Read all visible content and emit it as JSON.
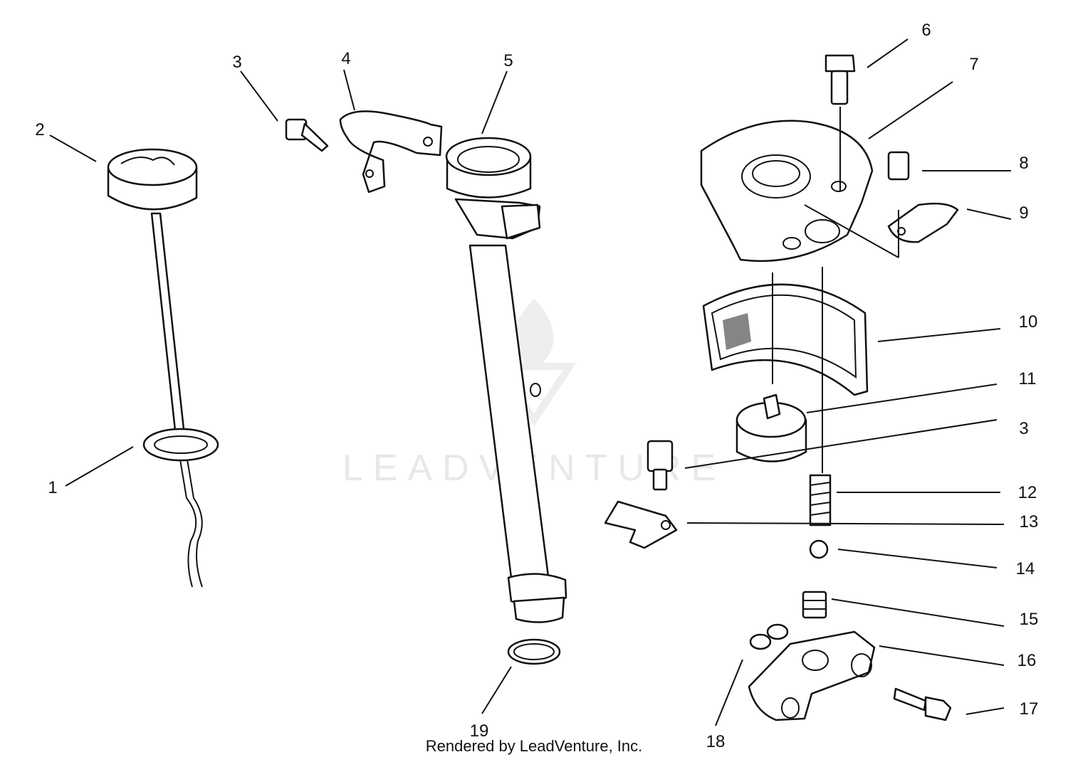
{
  "watermark": {
    "text": "LEADVENTURE"
  },
  "footer": {
    "credit": "Rendered by LeadVenture, Inc."
  },
  "callouts": [
    {
      "id": "c1",
      "label": "1"
    },
    {
      "id": "c2",
      "label": "2"
    },
    {
      "id": "c3a",
      "label": "3"
    },
    {
      "id": "c4",
      "label": "4"
    },
    {
      "id": "c5",
      "label": "5"
    },
    {
      "id": "c6",
      "label": "6"
    },
    {
      "id": "c7",
      "label": "7"
    },
    {
      "id": "c8",
      "label": "8"
    },
    {
      "id": "c9",
      "label": "9"
    },
    {
      "id": "c10",
      "label": "10"
    },
    {
      "id": "c11",
      "label": "11"
    },
    {
      "id": "c3b",
      "label": "3"
    },
    {
      "id": "c12",
      "label": "12"
    },
    {
      "id": "c13",
      "label": "13"
    },
    {
      "id": "c14",
      "label": "14"
    },
    {
      "id": "c15",
      "label": "15"
    },
    {
      "id": "c16",
      "label": "16"
    },
    {
      "id": "c17",
      "label": "17"
    },
    {
      "id": "c18",
      "label": "18"
    },
    {
      "id": "c19",
      "label": "19"
    }
  ]
}
